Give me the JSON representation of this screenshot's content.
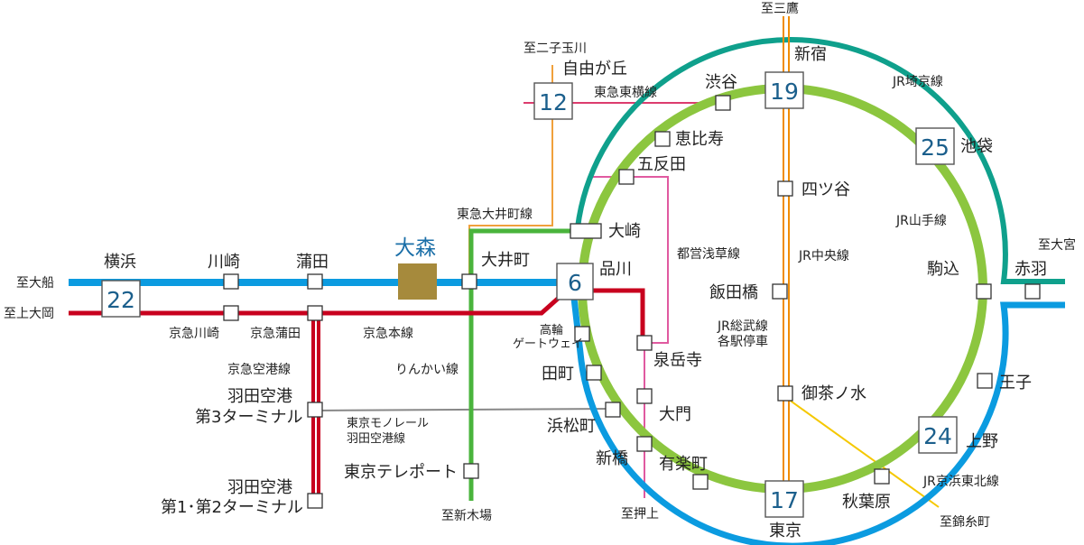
{
  "colors": {
    "jr_yamanote": "#8cc63f",
    "jr_saikyo": "#0fa08c",
    "jr_keihin_tohoku": "#0b9be0",
    "keikyu": "#c8001e",
    "rinkai": "#4ab43c",
    "jr_chuo": "#f08c00",
    "tokyu_toyoko": "#dc3c6e",
    "toei_asakusa": "#e05aa0",
    "oimachi": "#f0a03c",
    "monorail": "#888888",
    "sobu": "#f5c800",
    "omori_marker": "#a68a3c"
  },
  "directions": {
    "to_ofuna": "至大船",
    "to_kamiooka": "至上大岡",
    "to_futako": "至二子玉川",
    "to_mitaka": "至三鷹",
    "to_omiya": "至大宮",
    "to_shinkiba": "至新木場",
    "to_oshiage": "至押上",
    "to_kinshicho": "至錦糸町"
  },
  "stations": {
    "omori": "大森",
    "yokohama": "横浜",
    "kawasaki": "川崎",
    "kamata": "蒲田",
    "oimachi": "大井町",
    "shinagawa": "品川",
    "osaki": "大崎",
    "gotanda": "五反田",
    "ebisu": "恵比寿",
    "shibuya": "渋谷",
    "shinjuku": "新宿",
    "ikebukuro": "池袋",
    "komagome": "駒込",
    "akabane": "赤羽",
    "oji": "王子",
    "ueno": "上野",
    "akihabara": "秋葉原",
    "tokyo": "東京",
    "yurakucho": "有楽町",
    "shimbashi": "新橋",
    "hamamatsucho": "浜松町",
    "tamachi": "田町",
    "takanawa_gateway_1": "高輪",
    "takanawa_gateway_2": "ゲートウェイ",
    "sengakuji": "泉岳寺",
    "daimon": "大門",
    "yotsuya": "四ツ谷",
    "iidabashi": "飯田橋",
    "ochanomizu": "御茶ノ水",
    "jiyugaoka": "自由が丘",
    "keikyu_kawasaki": "京急川崎",
    "keikyu_kamata": "京急蒲田",
    "haneda_t3_1": "羽田空港",
    "haneda_t3_2": "第3ターミナル",
    "haneda_t12_1": "羽田空港",
    "haneda_t12_2": "第1･第2ターミナル",
    "tokyo_teleport": "東京テレポート"
  },
  "lines": {
    "tokyu_toyoko": "東急東横線",
    "tokyu_oimachi": "東急大井町線",
    "keikyu_main": "京急本線",
    "keikyu_airport": "京急空港線",
    "rinkai": "りんかい線",
    "monorail_1": "東京モノレール",
    "monorail_2": "羽田空港線",
    "toei_asakusa": "都営浅草線",
    "jr_saikyo": "JR埼京線",
    "jr_yamanote": "JR山手線",
    "jr_chuo": "JR中央線",
    "jr_sobu_1": "JR総武線",
    "jr_sobu_2": "各駅停車",
    "jr_keihin_tohoku": "JR京浜東北線"
  },
  "minutes": {
    "yokohama": "22",
    "jiyugaoka": "12",
    "shinjuku": "19",
    "ikebukuro": "25",
    "shinagawa": "6",
    "ueno": "24",
    "tokyo": "17"
  }
}
